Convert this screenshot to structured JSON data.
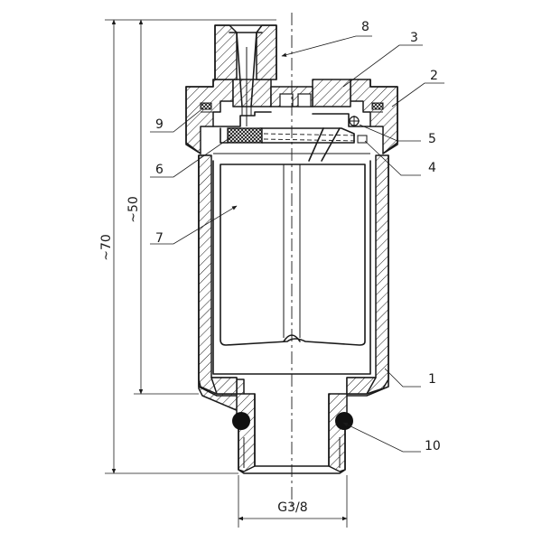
{
  "drawing": {
    "dimensions": {
      "overall_height": "~70",
      "body_height": "~50",
      "thread": "G3/8"
    },
    "callouts": [
      {
        "number": "1"
      },
      {
        "number": "2"
      },
      {
        "number": "3"
      },
      {
        "number": "4"
      },
      {
        "number": "5"
      },
      {
        "number": "6"
      },
      {
        "number": "7"
      },
      {
        "number": "8"
      },
      {
        "number": "9"
      },
      {
        "number": "10"
      }
    ]
  }
}
